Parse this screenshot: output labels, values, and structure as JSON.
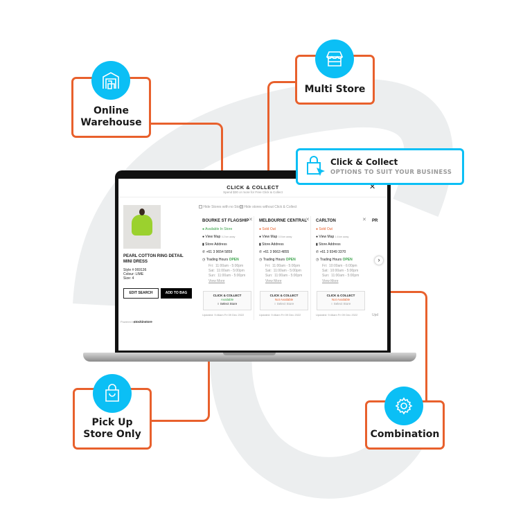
{
  "nodes": {
    "online_warehouse": "Online\nWarehouse",
    "multi_store": "Multi Store",
    "pick_up": "Pick Up\nStore Only",
    "combination": "Combination",
    "callout_title": "Click & Collect",
    "callout_subtitle": "OPTIONS TO SUIT YOUR BUSINESS"
  },
  "colors": {
    "accent": "#e8602c",
    "icon_bg": "#0bbff5",
    "available": "#3aa24a",
    "sold_out": "#e8602c"
  },
  "modal": {
    "title": "CLICK & COLLECT",
    "subtitle": "Spend $30 or more for Free Click & Collect",
    "close": "✕",
    "filter1": "Hide Stores with no Stock",
    "filter2": "Hide stores without Click & Collect",
    "product": {
      "name": "PEARL COTTON RING DETAIL MINI DRESS",
      "style": "Style # 069136",
      "colour": "Colour: LIME",
      "size": "Size: 4"
    },
    "edit_search": "EDIT SEARCH",
    "add_to_bag": "ADD TO BAG",
    "powered": "Powered by",
    "brand": "stockinstore",
    "stores": [
      {
        "name": "BOURKE ST FLAGSHIP",
        "status": "Available In Store",
        "map": "View Map",
        "distance": "0.2 km away",
        "address": "Store Address",
        "phone": "+61 3 9654 5859",
        "hours_label": "Trading Hours",
        "open": "OPEN",
        "hours": [
          "Fri:  11:00am - 5:00pm",
          "Sat:  11:00am - 5:00pm",
          "Sun:  11:00am - 5:00pm"
        ],
        "more": "View More",
        "cc": "CLICK & COLLECT",
        "cc_status": "Available",
        "select": "Select Store",
        "updated": "Updated: 9:46am Fri 09 Dec 2022"
      },
      {
        "name": "MELBOURNE CENTRAL",
        "status": "Sold Out",
        "map": "View Map",
        "distance": "0.5 km away",
        "address": "Store Address",
        "phone": "+61 3 9663 4855",
        "hours_label": "Trading Hours",
        "open": "OPEN",
        "hours": [
          "Fri:  11:00am - 5:00pm",
          "Sat:  11:00am - 5:00pm",
          "Sun:  11:00am - 5:00pm"
        ],
        "more": "View More",
        "cc": "CLICK & COLLECT",
        "cc_status": "Not Available",
        "select": "Select Store",
        "updated": "Updated: 9:46am Fri 09 Dec 2022"
      },
      {
        "name": "CARLTON",
        "status": "Sold Out",
        "map": "View Map",
        "distance": "1.6 km away",
        "address": "Store Address",
        "phone": "+61 3 9349 3370",
        "hours_label": "Trading Hours",
        "open": "OPEN",
        "hours": [
          "Fri:  10:00am - 6:00pm",
          "Sat:  10:00am - 5:00pm",
          "Sun:  11:00am - 5:00pm"
        ],
        "more": "View More",
        "cc": "CLICK & COLLECT",
        "cc_status": "Not Available",
        "select": "Select Store",
        "updated": "Updated: 9:46am Fri 09 Dec 2022"
      }
    ],
    "partial_store": "PR",
    "partial_updated": "Upd",
    "next": "›"
  }
}
